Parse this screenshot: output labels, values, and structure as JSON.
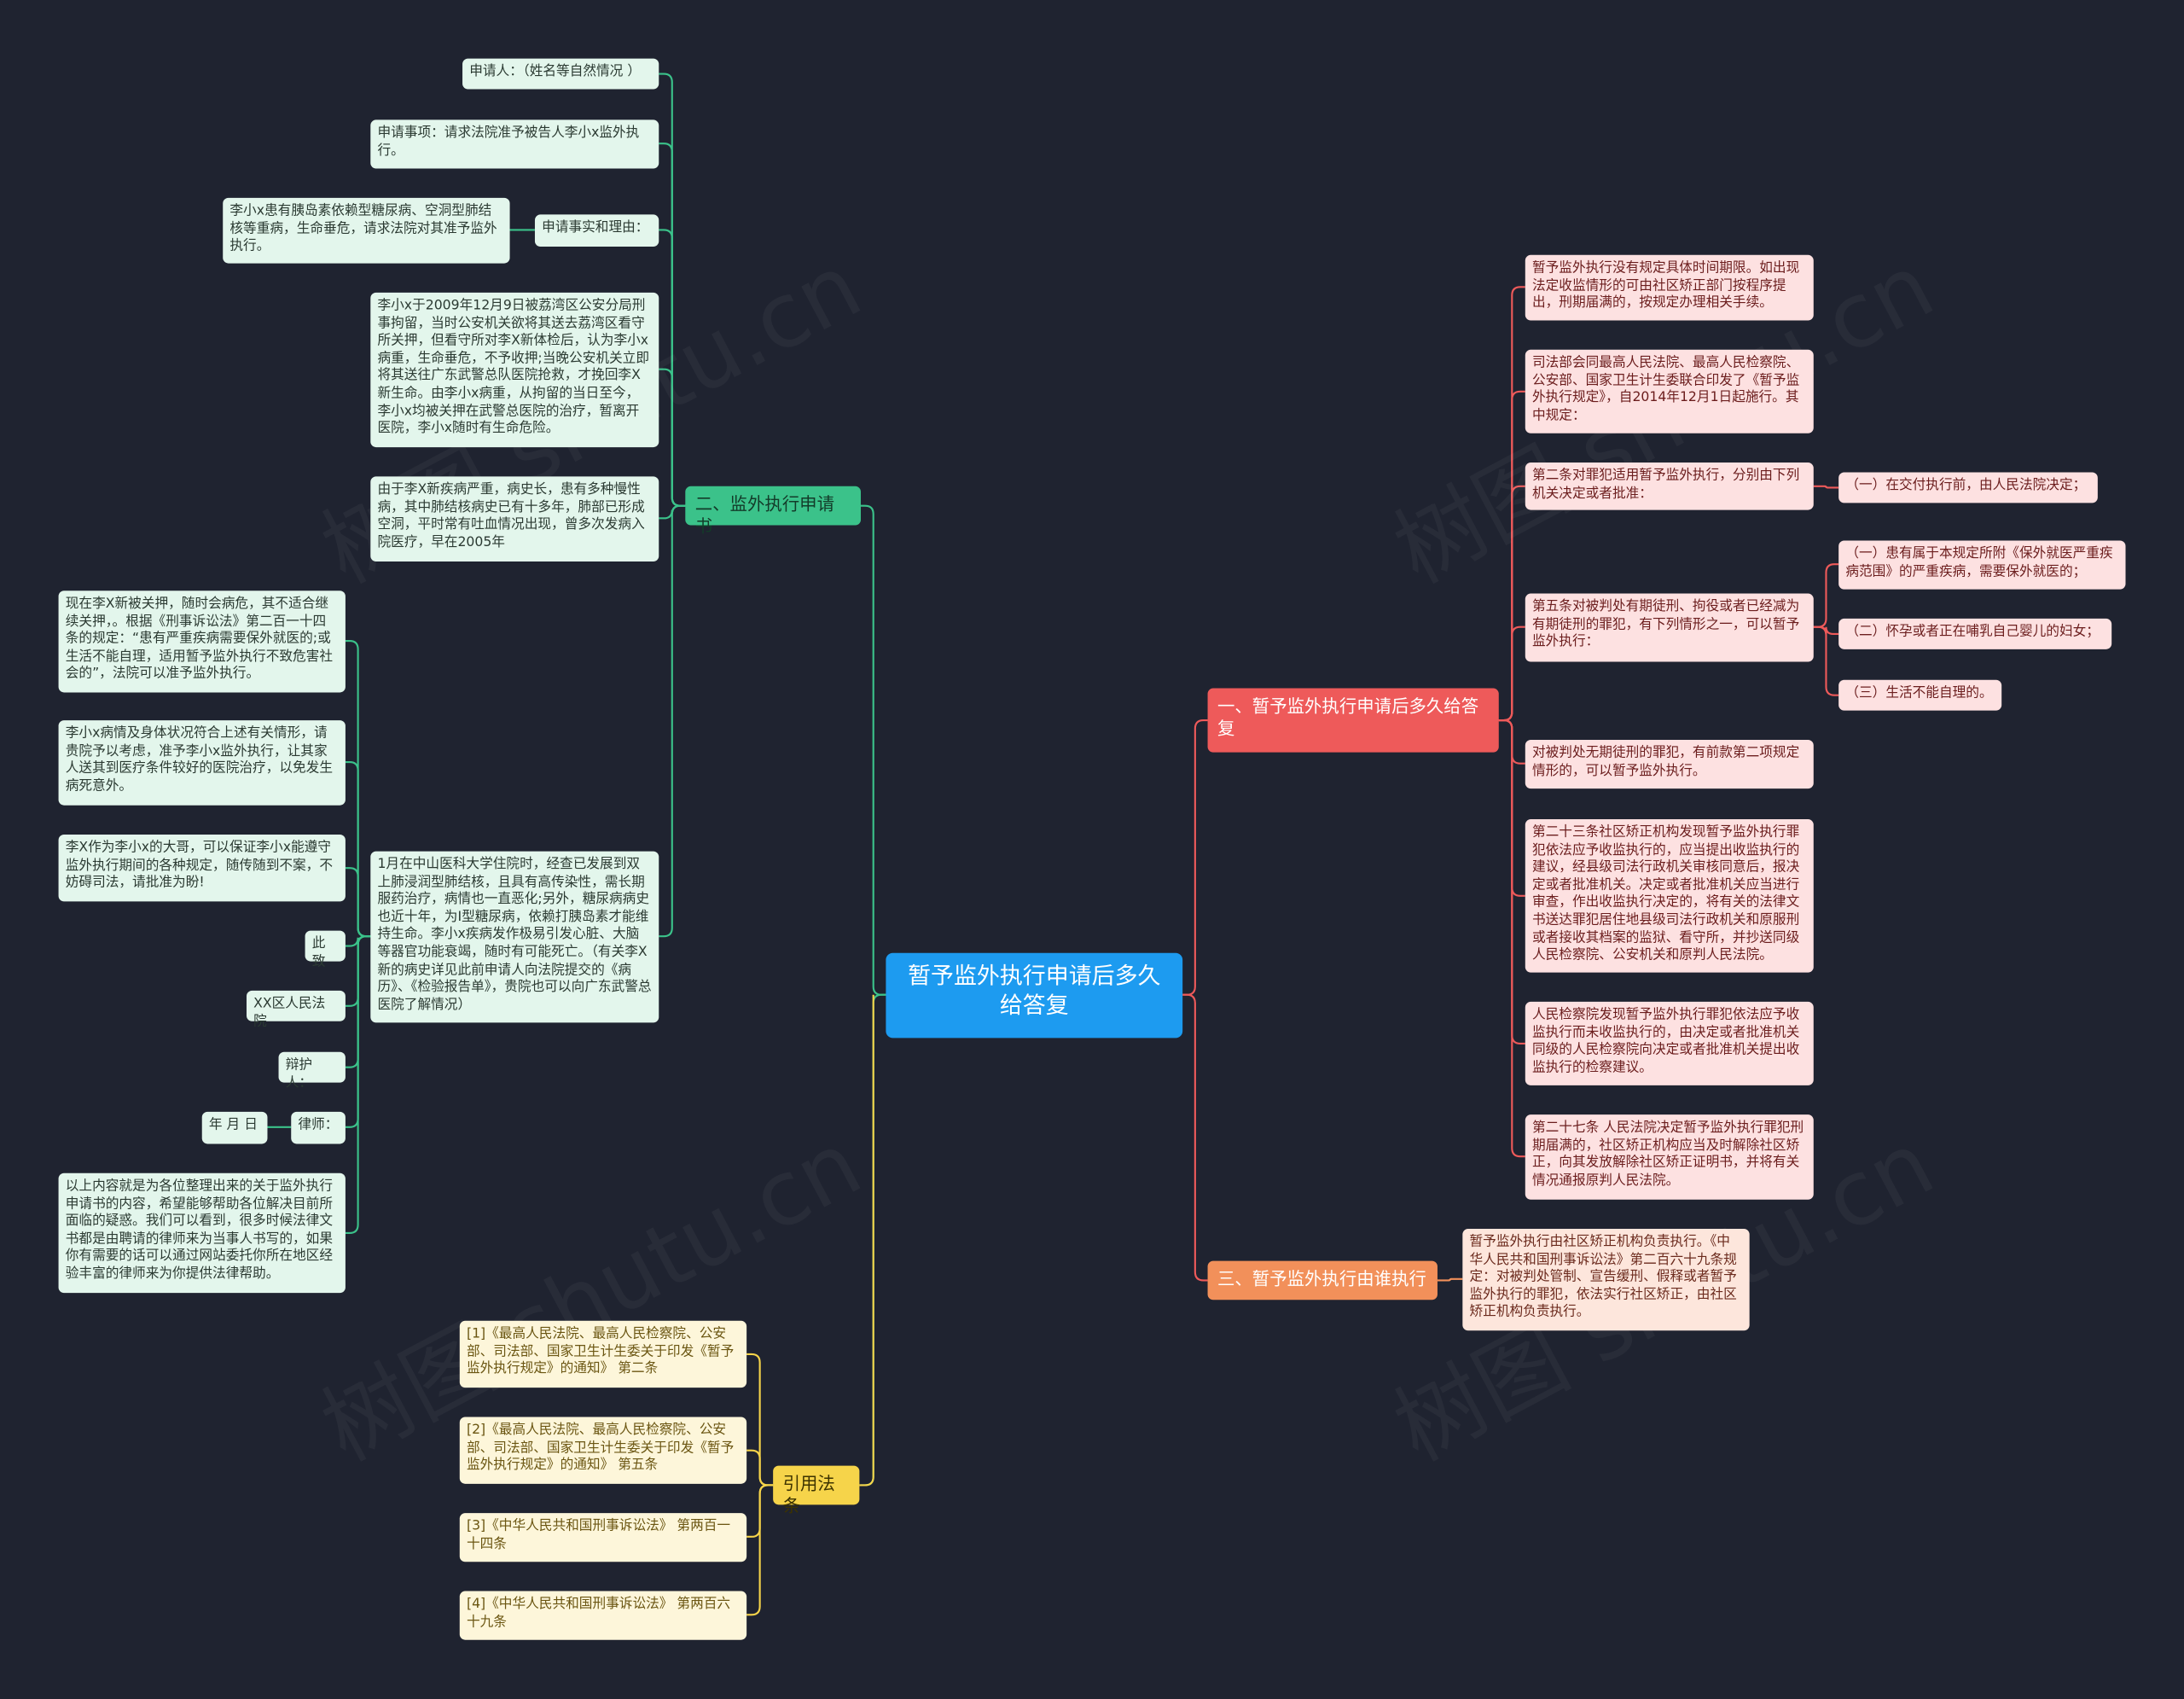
{
  "root": "暂予监外执行申请后多久给答复",
  "watermark": "树图 shutu.cn",
  "branches": {
    "b1": {
      "title": "一、暂予监外执行申请后多久给答复",
      "items": [
        "暂予监外执行没有规定具体时间期限。如出现法定收监情形的可由社区矫正部门按程序提出，刑期届满的，按规定办理相关手续。",
        "司法部会同最高人民法院、最高人民检察院、公安部、国家卫生计生委联合印发了《暂予监外执行规定》，自2014年12月1日起施行。其中规定：",
        "第二条对罪犯适用暂予监外执行，分别由下列机关决定或者批准：",
        "第五条对被判处有期徒刑、拘役或者已经减为有期徒刑的罪犯，有下列情形之一，可以暂予监外执行：",
        "对被判处无期徒刑的罪犯，有前款第二项规定情形的，可以暂予监外执行。",
        "第二十三条社区矫正机构发现暂予监外执行罪犯依法应予收监执行的，应当提出收监执行的建议，经县级司法行政机关审核同意后，报决定或者批准机关。决定或者批准机关应当进行审查，作出收监执行决定的，将有关的法律文书送达罪犯居住地县级司法行政机关和原服刑或者接收其档案的监狱、看守所，并抄送同级人民检察院、公安机关和原判人民法院。",
        "人民检察院发现暂予监外执行罪犯依法应予收监执行而未收监执行的，由决定或者批准机关同级的人民检察院向决定或者批准机关提出收监执行的检察建议。",
        "第二十七条 人民法院决定暂予监外执行罪犯刑期届满的，社区矫正机构应当及时解除社区矫正，向其发放解除社区矫正证明书，并将有关情况通报原判人民法院。"
      ],
      "sub_art2": "（一）在交付执行前，由人民法院决定；",
      "sub_art5": [
        "（一）患有属于本规定所附《保外就医严重疾病范围》的严重疾病，需要保外就医的；",
        "（二）怀孕或者正在哺乳自己婴儿的妇女；",
        "（三）生活不能自理的。"
      ]
    },
    "b2": {
      "title": "二、监外执行申请书",
      "items": [
        "申请人：（姓名等自然情况 ）",
        "申请事项：请求法院准予被告人李小x监外执行。",
        "申请事实和理由：",
        "李小x于2009年12月9日被荔湾区公安分局刑事拘留，当时公安机关欲将其送去荔湾区看守所关押，但看守所对李X新体检后，认为李小x病重，生命垂危，不予收押;当晚公安机关立即将其送往广东武警总队医院抢救，才挽回李X新生命。由李小x病重，从拘留的当日至今，李小x均被关押在武警总医院的治疗，暂离开医院，李小x随时有生命危险。",
        "由于李X新疾病严重，病史长，患有多种慢性病，其中肺结核病史已有十多年，肺部已形成空洞，平时常有吐血情况出现，曾多次发病入院医疗，早在2005年",
        "1月在中山医科大学住院时，经查已发展到双上肺浸润型肺结核，且具有高传染性，需长期服药治疗，病情也一直恶化;另外，糖尿病病史也近十年，为I型糖尿病，依赖打胰岛素才能维持生命。李小x疾病发作极易引发心脏、大脑等器官功能衰竭，随时有可能死亡。（有关李X新的病史详见此前申请人向法院提交的《病历》、《检验报告单》，贵院也可以向广东武警总医院了解情况）"
      ],
      "reason_detail": "李小x患有胰岛素依赖型糖尿病、空洞型肺结核等重病，生命垂危，请求法院对其准予监外执行。",
      "subs_last": [
        "现在李X新被关押，随时会病危，其不适合继续关押，。根据《刑事诉讼法》第二百一十四条的规定：“患有严重疾病需要保外就医的;或生活不能自理，适用暂予监外执行不致危害社会的”，法院可以准予监外执行。",
        "李小x病情及身体状况符合上述有关情形，请贵院予以考虑，准予李小x监外执行，让其家人送其到医疗条件较好的医院治疗，以免发生病死意外。",
        "李X作为李小x的大哥，可以保证李小x能遵守监外执行期间的各种规定，随传随到不案，不妨碍司法，请批准为盼!",
        "此致",
        "XX区人民法院",
        "辩护人：",
        "律师：",
        "以上内容就是为各位整理出来的关于监外执行申请书的内容，希望能够帮助各位解决目前所面临的疑惑。我们可以看到，很多时候法律文书都是由聘请的律师来为当事人书写的，如果你有需要的话可以通过网站委托你所在地区经验丰富的律师来为你提供法律帮助。"
      ],
      "lawyer_date": "年 月 日"
    },
    "b3": {
      "title": "三、暂予监外执行由谁执行",
      "items": [
        "暂予监外执行由社区矫正机构负责执行。《中华人民共和国刑事诉讼法》第二百六十九条规定：对被判处管制、宣告缓刑、假释或者暂予监外执行的罪犯，依法实行社区矫正，由社区矫正机构负责执行。"
      ]
    },
    "b4": {
      "title": "引用法条",
      "items": [
        "[1]《最高人民法院、最高人民检察院、公安部、司法部、国家卫生计生委关于印发《暂予监外执行规定》的通知》 第二条",
        "[2]《最高人民法院、最高人民检察院、公安部、司法部、国家卫生计生委关于印发《暂予监外执行规定》的通知》 第五条",
        "[3]《中华人民共和国刑事诉讼法》 第两百一十四条",
        "[4]《中华人民共和国刑事诉讼法》 第两百六十九条"
      ]
    }
  },
  "colors": {
    "background": "#1f2330",
    "root": "#1d9bf0",
    "green": "#3bc28a",
    "red": "#ee5a5a",
    "orange": "#f2905a",
    "yellow": "#f6d44a"
  }
}
